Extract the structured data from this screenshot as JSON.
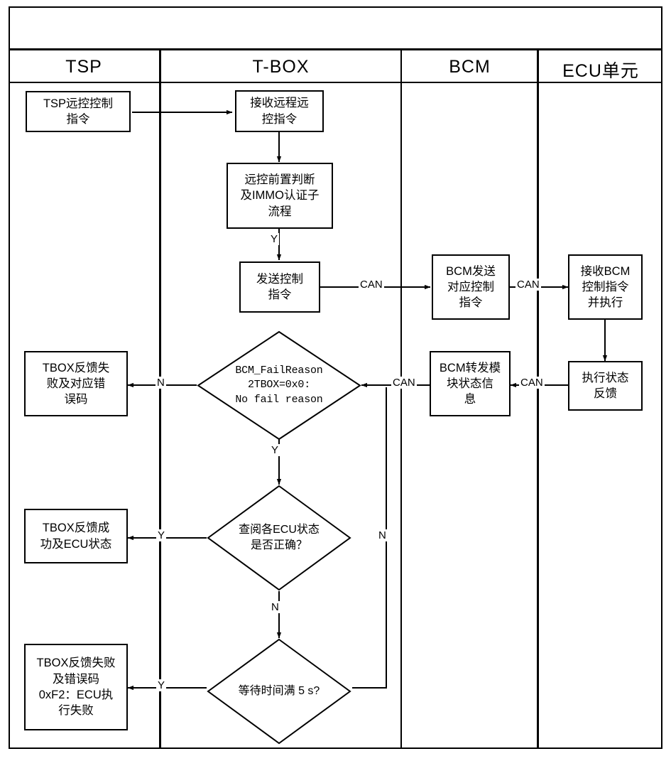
{
  "diagram": {
    "type": "swimlane-flowchart",
    "title": "",
    "lanes": [
      {
        "id": "tsp",
        "label": "TSP"
      },
      {
        "id": "tbox",
        "label": "T-BOX"
      },
      {
        "id": "bcm",
        "label": "BCM"
      },
      {
        "id": "ecu",
        "label": "ECU单元"
      }
    ],
    "nodes": [
      {
        "id": "n1",
        "lane": "tsp",
        "shape": "process",
        "text": "TSP远控控制\n指令"
      },
      {
        "id": "n2",
        "lane": "tbox",
        "shape": "process",
        "text": "接收远程远\n控指令"
      },
      {
        "id": "n3",
        "lane": "tbox",
        "shape": "process",
        "text": "远控前置判断\n及IMMO认证子\n流程"
      },
      {
        "id": "n4",
        "lane": "tbox",
        "shape": "process",
        "text": "发送控制\n指令"
      },
      {
        "id": "n5",
        "lane": "bcm",
        "shape": "process",
        "text": "BCM发送\n对应控制\n指令"
      },
      {
        "id": "n6",
        "lane": "ecu",
        "shape": "process",
        "text": "接收BCM\n控制指令\n并执行"
      },
      {
        "id": "n7",
        "lane": "ecu",
        "shape": "process",
        "text": "执行状态\n反馈"
      },
      {
        "id": "n8",
        "lane": "bcm",
        "shape": "process",
        "text": "BCM转发模\n块状态信\n息"
      },
      {
        "id": "n9",
        "lane": "tbox",
        "shape": "decision",
        "text": "BCM_FailReason\n2TBOX=0x0:\nNo fail reason"
      },
      {
        "id": "n10",
        "lane": "tsp",
        "shape": "process",
        "text": "TBOX反馈失\n败及对应错\n误码"
      },
      {
        "id": "n11",
        "lane": "tbox",
        "shape": "decision",
        "text": "查阅各ECU状态\n是否正确？"
      },
      {
        "id": "n12",
        "lane": "tsp",
        "shape": "process",
        "text": "TBOX反馈成\n功及ECU状态"
      },
      {
        "id": "n13",
        "lane": "tbox",
        "shape": "decision",
        "text": "等待时间满 5 s?"
      },
      {
        "id": "n14",
        "lane": "tsp",
        "shape": "process",
        "text": "TBOX反馈失败\n及错误码\n0xF2：ECU执\n行失败"
      }
    ],
    "edges": [
      {
        "from": "n1",
        "to": "n2",
        "label": ""
      },
      {
        "from": "n2",
        "to": "n3",
        "label": ""
      },
      {
        "from": "n3",
        "to": "n4",
        "label": "Y"
      },
      {
        "from": "n4",
        "to": "n5",
        "label": "CAN"
      },
      {
        "from": "n5",
        "to": "n6",
        "label": "CAN"
      },
      {
        "from": "n6",
        "to": "n7",
        "label": ""
      },
      {
        "from": "n7",
        "to": "n8",
        "label": "CAN"
      },
      {
        "from": "n8",
        "to": "n9",
        "label": "CAN"
      },
      {
        "from": "n9",
        "to": "n10",
        "label": "N"
      },
      {
        "from": "n9",
        "to": "n11",
        "label": "Y"
      },
      {
        "from": "n11",
        "to": "n12",
        "label": "Y"
      },
      {
        "from": "n11",
        "to": "n13",
        "label": "N"
      },
      {
        "from": "n11",
        "to": "n9",
        "label": "N"
      },
      {
        "from": "n13",
        "to": "n14",
        "label": "Y"
      }
    ],
    "edge_labels": {
      "l_y1": "Y",
      "l_can1": "CAN",
      "l_can2": "CAN",
      "l_can3": "CAN",
      "l_can4": "CAN",
      "l_n1": "N",
      "l_y2": "Y",
      "l_y3": "Y",
      "l_n2": "N",
      "l_n3": "N",
      "l_y4": "Y"
    }
  },
  "colors": {
    "stroke": "#000000",
    "background": "#ffffff"
  }
}
